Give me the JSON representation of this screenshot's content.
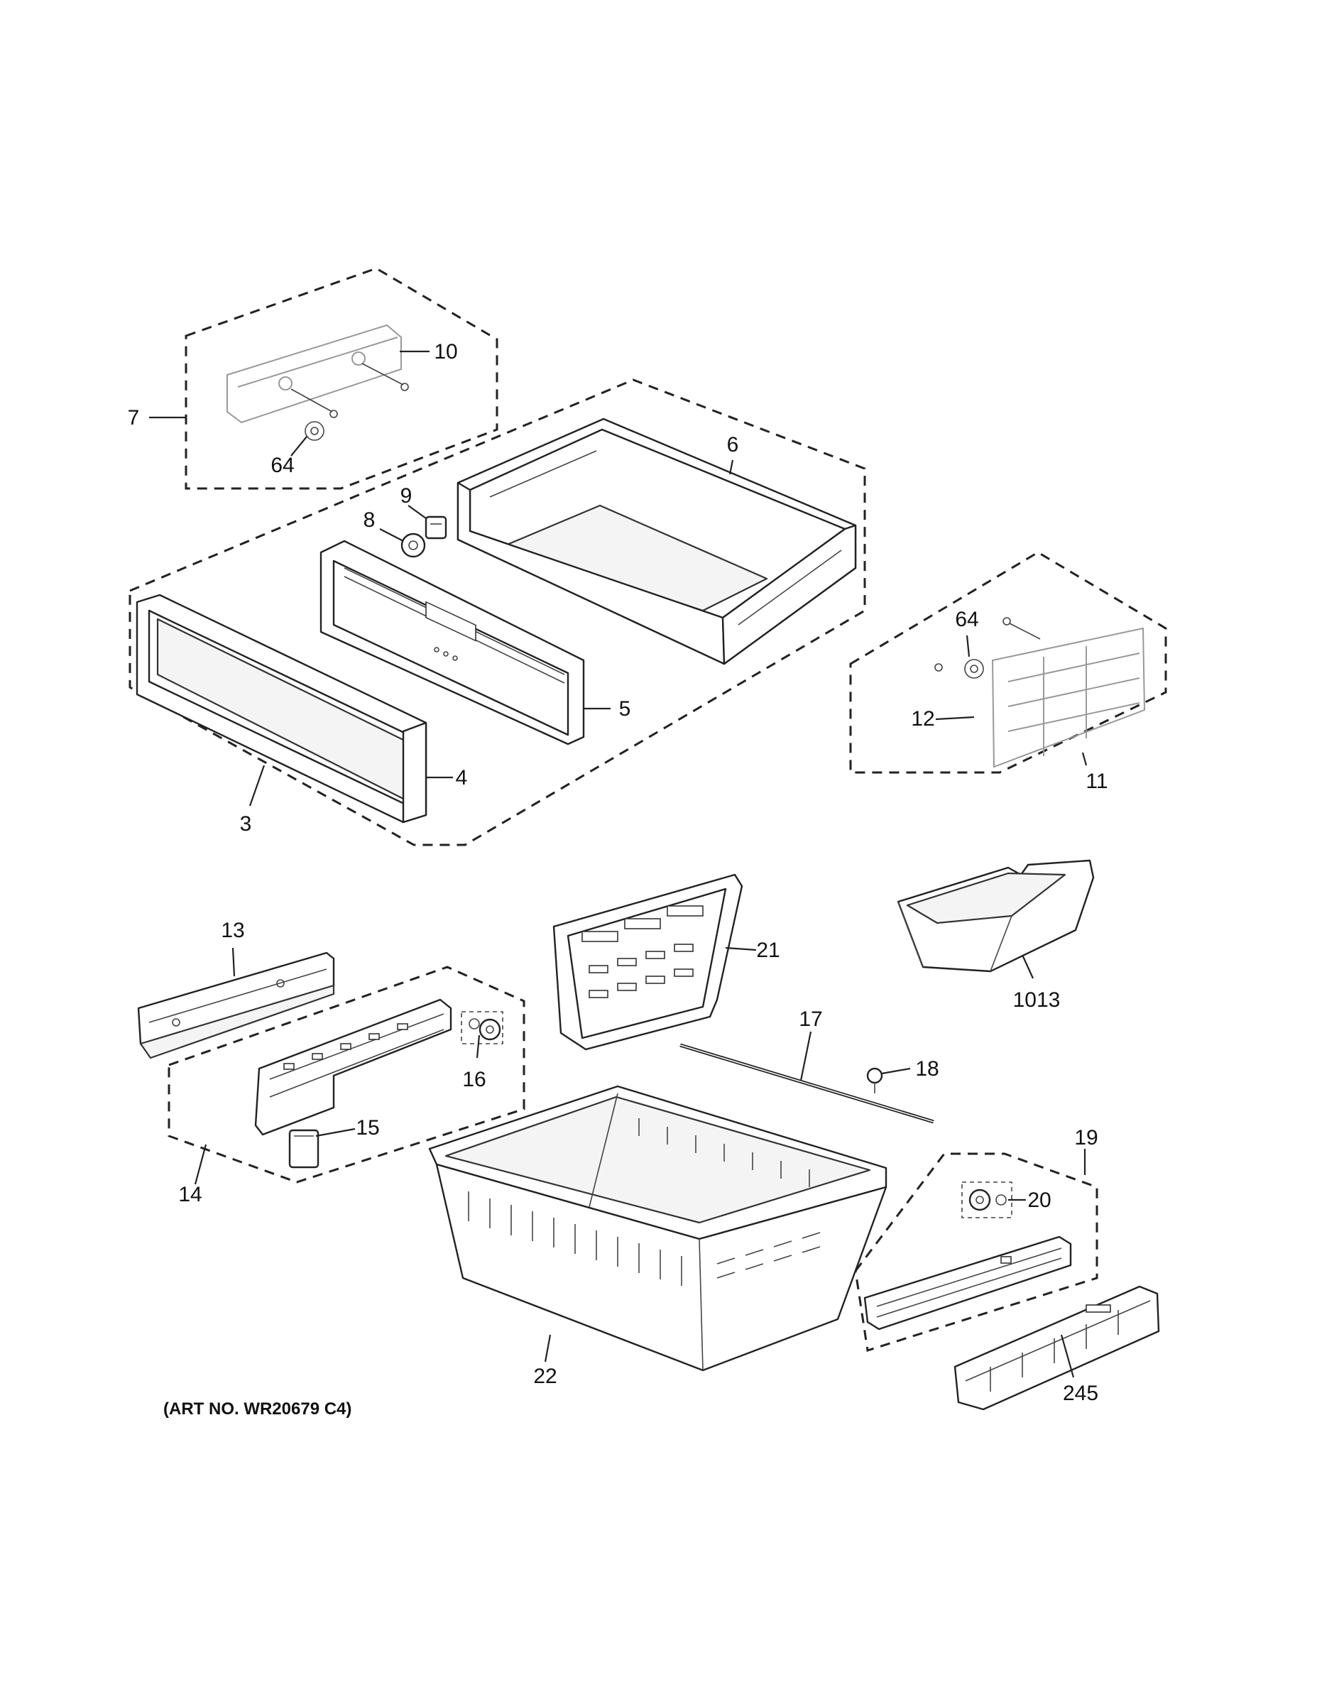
{
  "art_number": "(ART NO. WR20679 C4)",
  "callouts": {
    "c3": "3",
    "c4": "4",
    "c5": "5",
    "c6": "6",
    "c7": "7",
    "c8": "8",
    "c9": "9",
    "c10": "10",
    "c11": "11",
    "c12": "12",
    "c13": "13",
    "c14": "14",
    "c15": "15",
    "c16": "16",
    "c17": "17",
    "c18": "18",
    "c19": "19",
    "c20": "20",
    "c21": "21",
    "c22": "22",
    "c64a": "64",
    "c64b": "64",
    "c245": "245",
    "c1013": "1013"
  }
}
